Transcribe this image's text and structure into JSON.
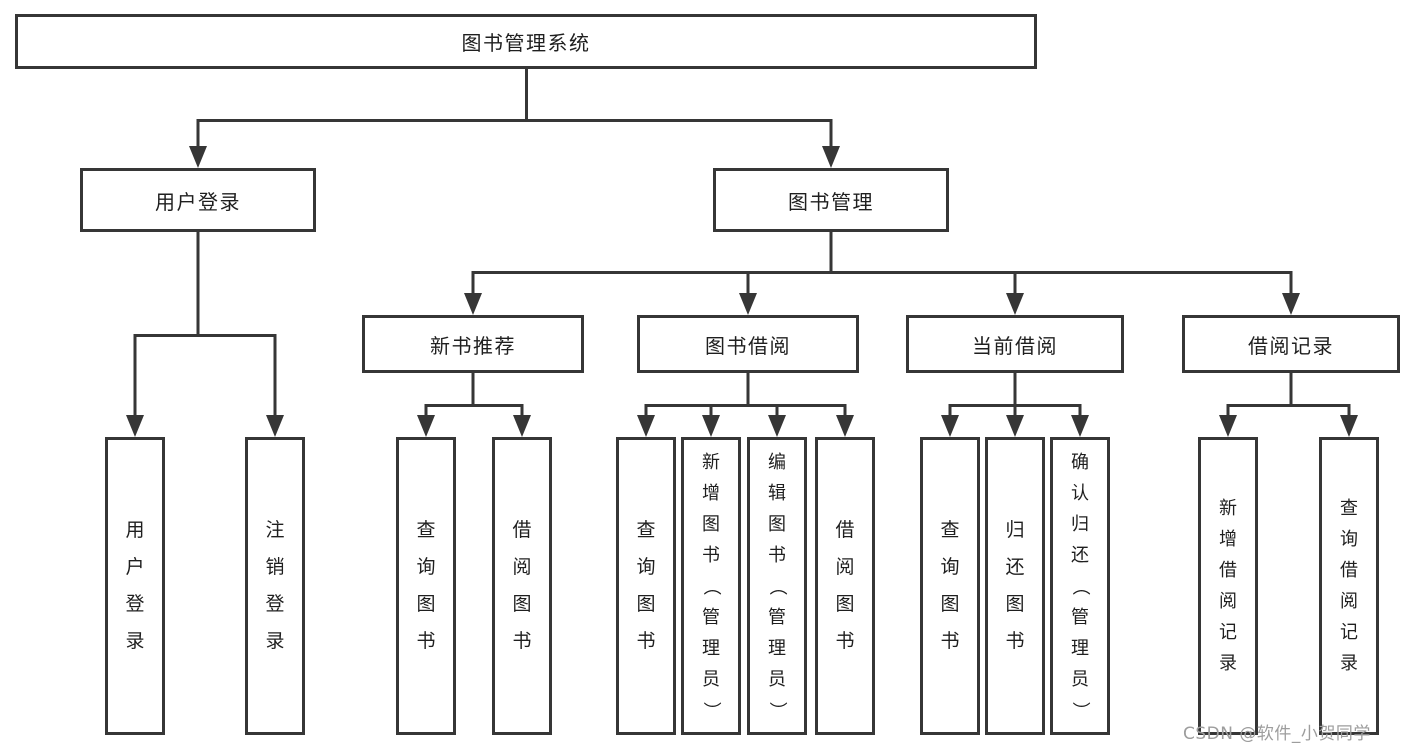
{
  "diagram": {
    "title": "图书管理系统",
    "level2": [
      {
        "label": "用户登录"
      },
      {
        "label": "图书管理"
      }
    ],
    "level3": [
      {
        "label": "新书推荐",
        "parent": "图书管理"
      },
      {
        "label": "图书借阅",
        "parent": "图书管理"
      },
      {
        "label": "当前借阅",
        "parent": "图书管理"
      },
      {
        "label": "借阅记录",
        "parent": "图书管理"
      }
    ],
    "leaves": [
      {
        "label": "用户登录",
        "parent": "用户登录"
      },
      {
        "label": "注销登录",
        "parent": "用户登录"
      },
      {
        "label": "查询图书",
        "parent": "新书推荐"
      },
      {
        "label": "借阅图书",
        "parent": "新书推荐"
      },
      {
        "label": "查询图书",
        "parent": "图书借阅"
      },
      {
        "label": "新增图书（管理员）",
        "parent": "图书借阅"
      },
      {
        "label": "编辑图书（管理员）",
        "parent": "图书借阅"
      },
      {
        "label": "借阅图书",
        "parent": "图书借阅"
      },
      {
        "label": "查询图书",
        "parent": "当前借阅"
      },
      {
        "label": "归还图书",
        "parent": "当前借阅"
      },
      {
        "label": "确认归还（管理员）",
        "parent": "当前借阅"
      },
      {
        "label": "新增借阅记录",
        "parent": "借阅记录"
      },
      {
        "label": "查询借阅记录",
        "parent": "借阅记录"
      }
    ]
  },
  "watermark": "CSDN @软件_小贺同学",
  "colors": {
    "line": "#363636",
    "text": "#1f1f1f",
    "background": "#ffffff",
    "watermark": "#9d9d9d"
  }
}
